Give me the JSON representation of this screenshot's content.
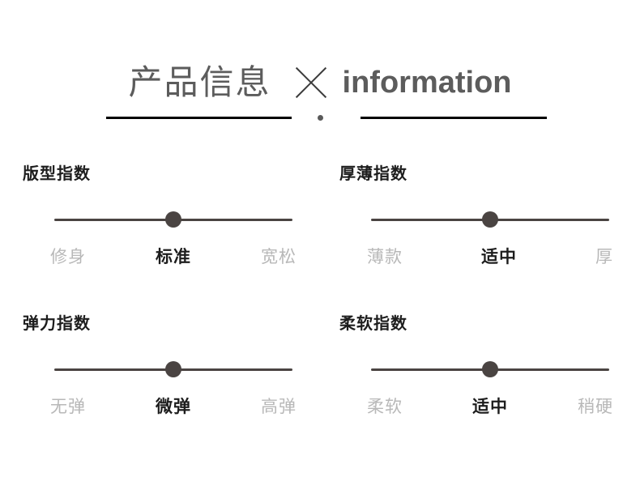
{
  "header": {
    "title_cn": "产品信息",
    "divider_icon": "x-cross-icon",
    "title_en": "information",
    "dot_icon": "dot-icon"
  },
  "groups": [
    {
      "title": "版型指数",
      "knob_percent": 50,
      "labels": [
        "修身",
        "标准",
        "宽松"
      ],
      "active_index": 1
    },
    {
      "title": "厚薄指数",
      "knob_percent": 50,
      "labels": [
        "薄款",
        "适中",
        "厚"
      ],
      "active_index": 1
    },
    {
      "title": "弹力指数",
      "knob_percent": 50,
      "labels": [
        "无弹",
        "微弹",
        "高弹"
      ],
      "active_index": 1
    },
    {
      "title": "柔软指数",
      "knob_percent": 50,
      "labels": [
        "柔软",
        "适中",
        "稍硬"
      ],
      "active_index": 1
    }
  ],
  "colors": {
    "background": "#ffffff",
    "title": "#5c5c5c",
    "rule": "#000000",
    "heading": "#1d1d1d",
    "track": "#4a4442",
    "knob": "#4a4442",
    "label_inactive": "#b8b8b8",
    "label_active": "#1d1d1d"
  }
}
